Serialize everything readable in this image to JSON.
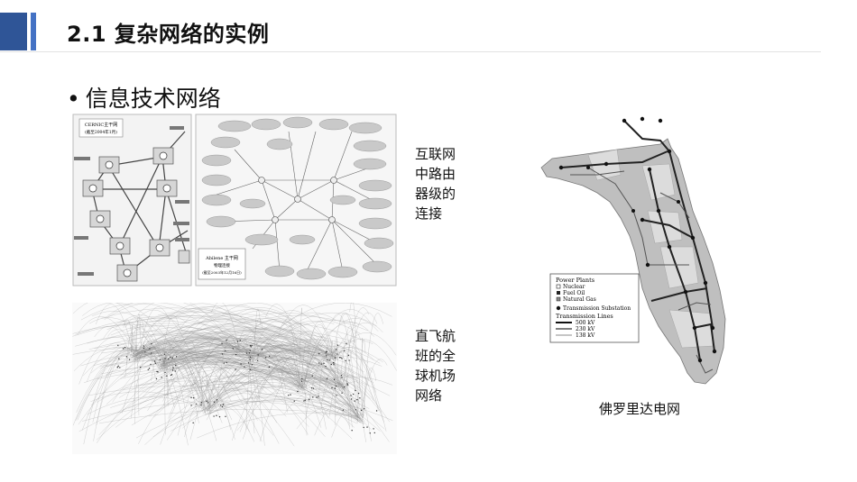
{
  "slide": {
    "title": "2.1 复杂网络的实例",
    "bullet": "信息技术网络"
  },
  "figures": {
    "internet": {
      "caption": "互联网\n中路由\n器级的\n连接",
      "left_box": {
        "title": "CERNIC主干网",
        "date": "(截至2004年1月)"
      },
      "right_box": {
        "title": "Abilene 主干网",
        "subtitle": "物理连接",
        "date": "(截至2003年12月16日)"
      }
    },
    "flights": {
      "caption": "直飞航\n班的全\n球机场\n网络"
    },
    "power_grid": {
      "caption": "佛罗里达电网",
      "legend": {
        "heading": "Power Plants",
        "plants": [
          "Nuclear",
          "Fuel Oil",
          "Natural Gas"
        ],
        "substation": "Transmission Substation",
        "lines_heading": "Transmission Lines",
        "lines": [
          "500 kV",
          "230 kV",
          "138 kV"
        ]
      }
    }
  },
  "colors": {
    "accent_dark": "#2f5597",
    "accent_light": "#4472c4",
    "rule": "#e2e2e2"
  }
}
